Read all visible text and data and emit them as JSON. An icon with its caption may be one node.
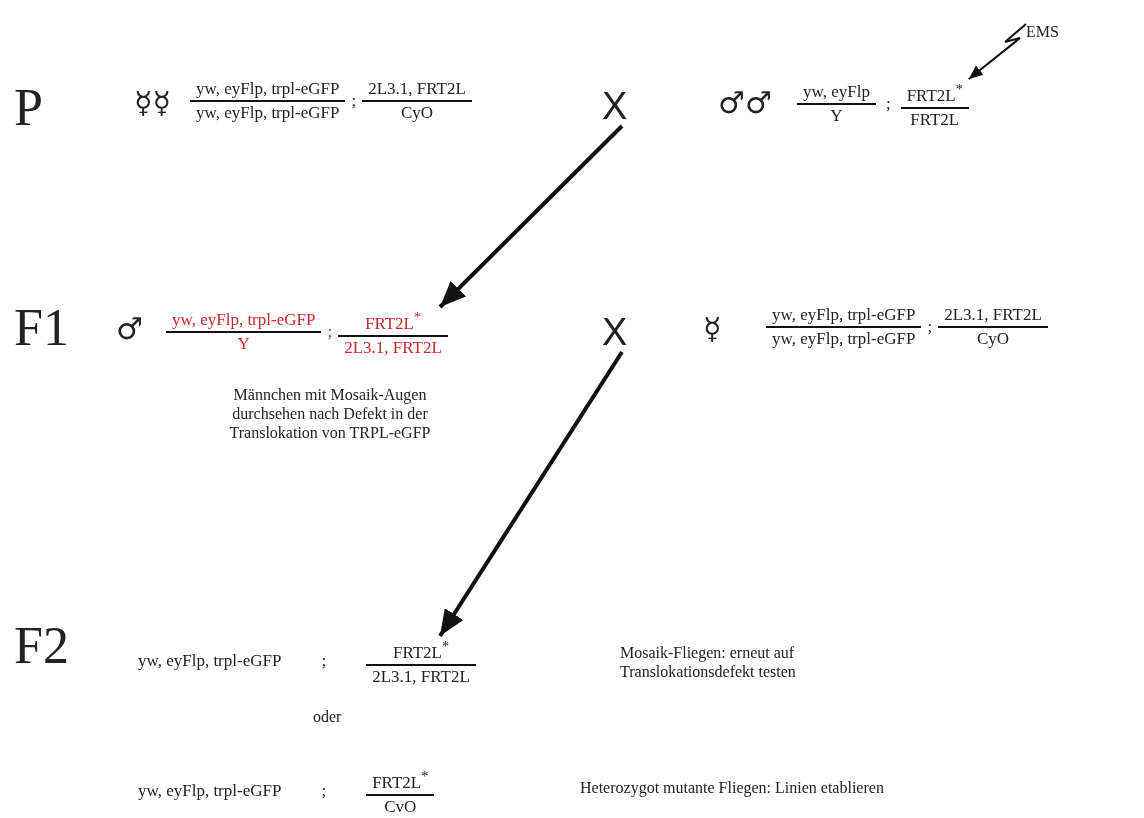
{
  "diagram": {
    "nodes": [
      {
        "text": [
          "EMS"
        ]
      },
      {
        "text": [
          "yw, eyFlp, trpl-eGFP",
          "yw, eyFlp, trpl-eGFP",
          ";",
          "2L3.1, FRT2L",
          "CyO"
        ]
      },
      {
        "text": [
          "X"
        ]
      },
      {
        "text": [
          "yw, eyFlp",
          "Y",
          ";",
          "FRT2L$^{*}$",
          "FRT2L"
        ]
      },
      {
        "text": [
          "yw, eyFlp, trpl-eGFP",
          "Y",
          ";",
          "FRT2L$^{*}$",
          "2L3.1, FRT2L"
        ],
        "beside": [
          "Männchen mit Mosaik-Augen durchsehen nach Defekt in der Translokation von TRPL-eGFP"
        ]
      },
      {
        "text": [
          "X"
        ]
      },
      {
        "text": [
          "yw, eyFlp, trpl-eGFP",
          "yw, eyFlp, trpl-eGFP",
          ";",
          "2L3.1, FRT2L",
          "CyO"
        ]
      },
      {
        "text": [
          "yw, eyFlp, trpl-eGFP",
          ";",
          "FRT2L$^{*}$",
          "2L3.1, FRT2L"
        ]
      },
      {
        "text": [
          "yw, eyFlp, trpl-eGFP",
          ";",
          "FRT2L$^{*}$",
          "CvO"
        ]
      }
    ],
    "edges": [
      {
        "from": 0,
        "to": 3,
        "arrow": "to"
      },
      {
        "from": 2,
        "to": 4,
        "arrow": "to"
      },
      {
        "from": 5,
        "to": 7,
        "arrow": "to"
      }
    ],
    "labels": [
      "P",
      "☿☿",
      "♂♂",
      "F1",
      "♂",
      "☿",
      "F2",
      "Mosaik-Fliegen: erneut auf Translokationsdefekt testen",
      "oder",
      "Heterozygot mutante Fliegen: Linien etablieren"
    ]
  }
}
